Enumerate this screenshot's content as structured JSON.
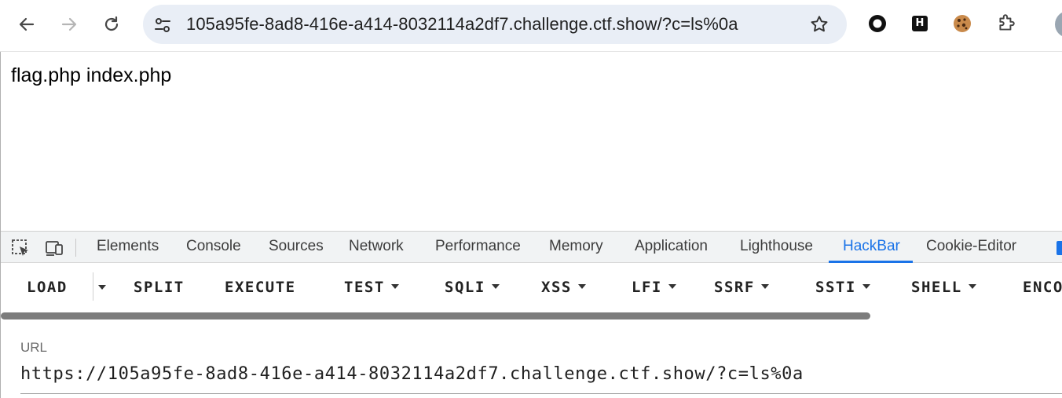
{
  "browser": {
    "address_bar": {
      "url": "105a95fe-8ad8-416e-a414-8032114a2df7.challenge.ctf.show/?c=ls%0a"
    },
    "extensions": [
      "circle-extension-icon",
      "h-extension-icon",
      "cookie-extension-icon",
      "puzzle-extensions-icon"
    ]
  },
  "page": {
    "body_text": "flag.php index.php"
  },
  "devtools": {
    "tabs": [
      {
        "label": "Elements"
      },
      {
        "label": "Console"
      },
      {
        "label": "Sources"
      },
      {
        "label": "Network"
      },
      {
        "label": "Performance"
      },
      {
        "label": "Memory"
      },
      {
        "label": "Application"
      },
      {
        "label": "Lighthouse"
      },
      {
        "label": "HackBar",
        "active": true
      },
      {
        "label": "Cookie-Editor"
      }
    ],
    "accent_color": "#1a73e8"
  },
  "hackbar": {
    "buttons": {
      "load": "LOAD",
      "split": "SPLIT",
      "execute": "EXECUTE",
      "test": "TEST",
      "sqli": "SQLI",
      "xss": "XSS",
      "lfi": "LFI",
      "ssrf": "SSRF",
      "ssti": "SSTI",
      "shell": "SHELL",
      "encoding": "ENCO"
    },
    "url_label": "URL",
    "url_value": "https://105a95fe-8ad8-416e-a414-8032114a2df7.challenge.ctf.show/?c=ls%0a"
  }
}
